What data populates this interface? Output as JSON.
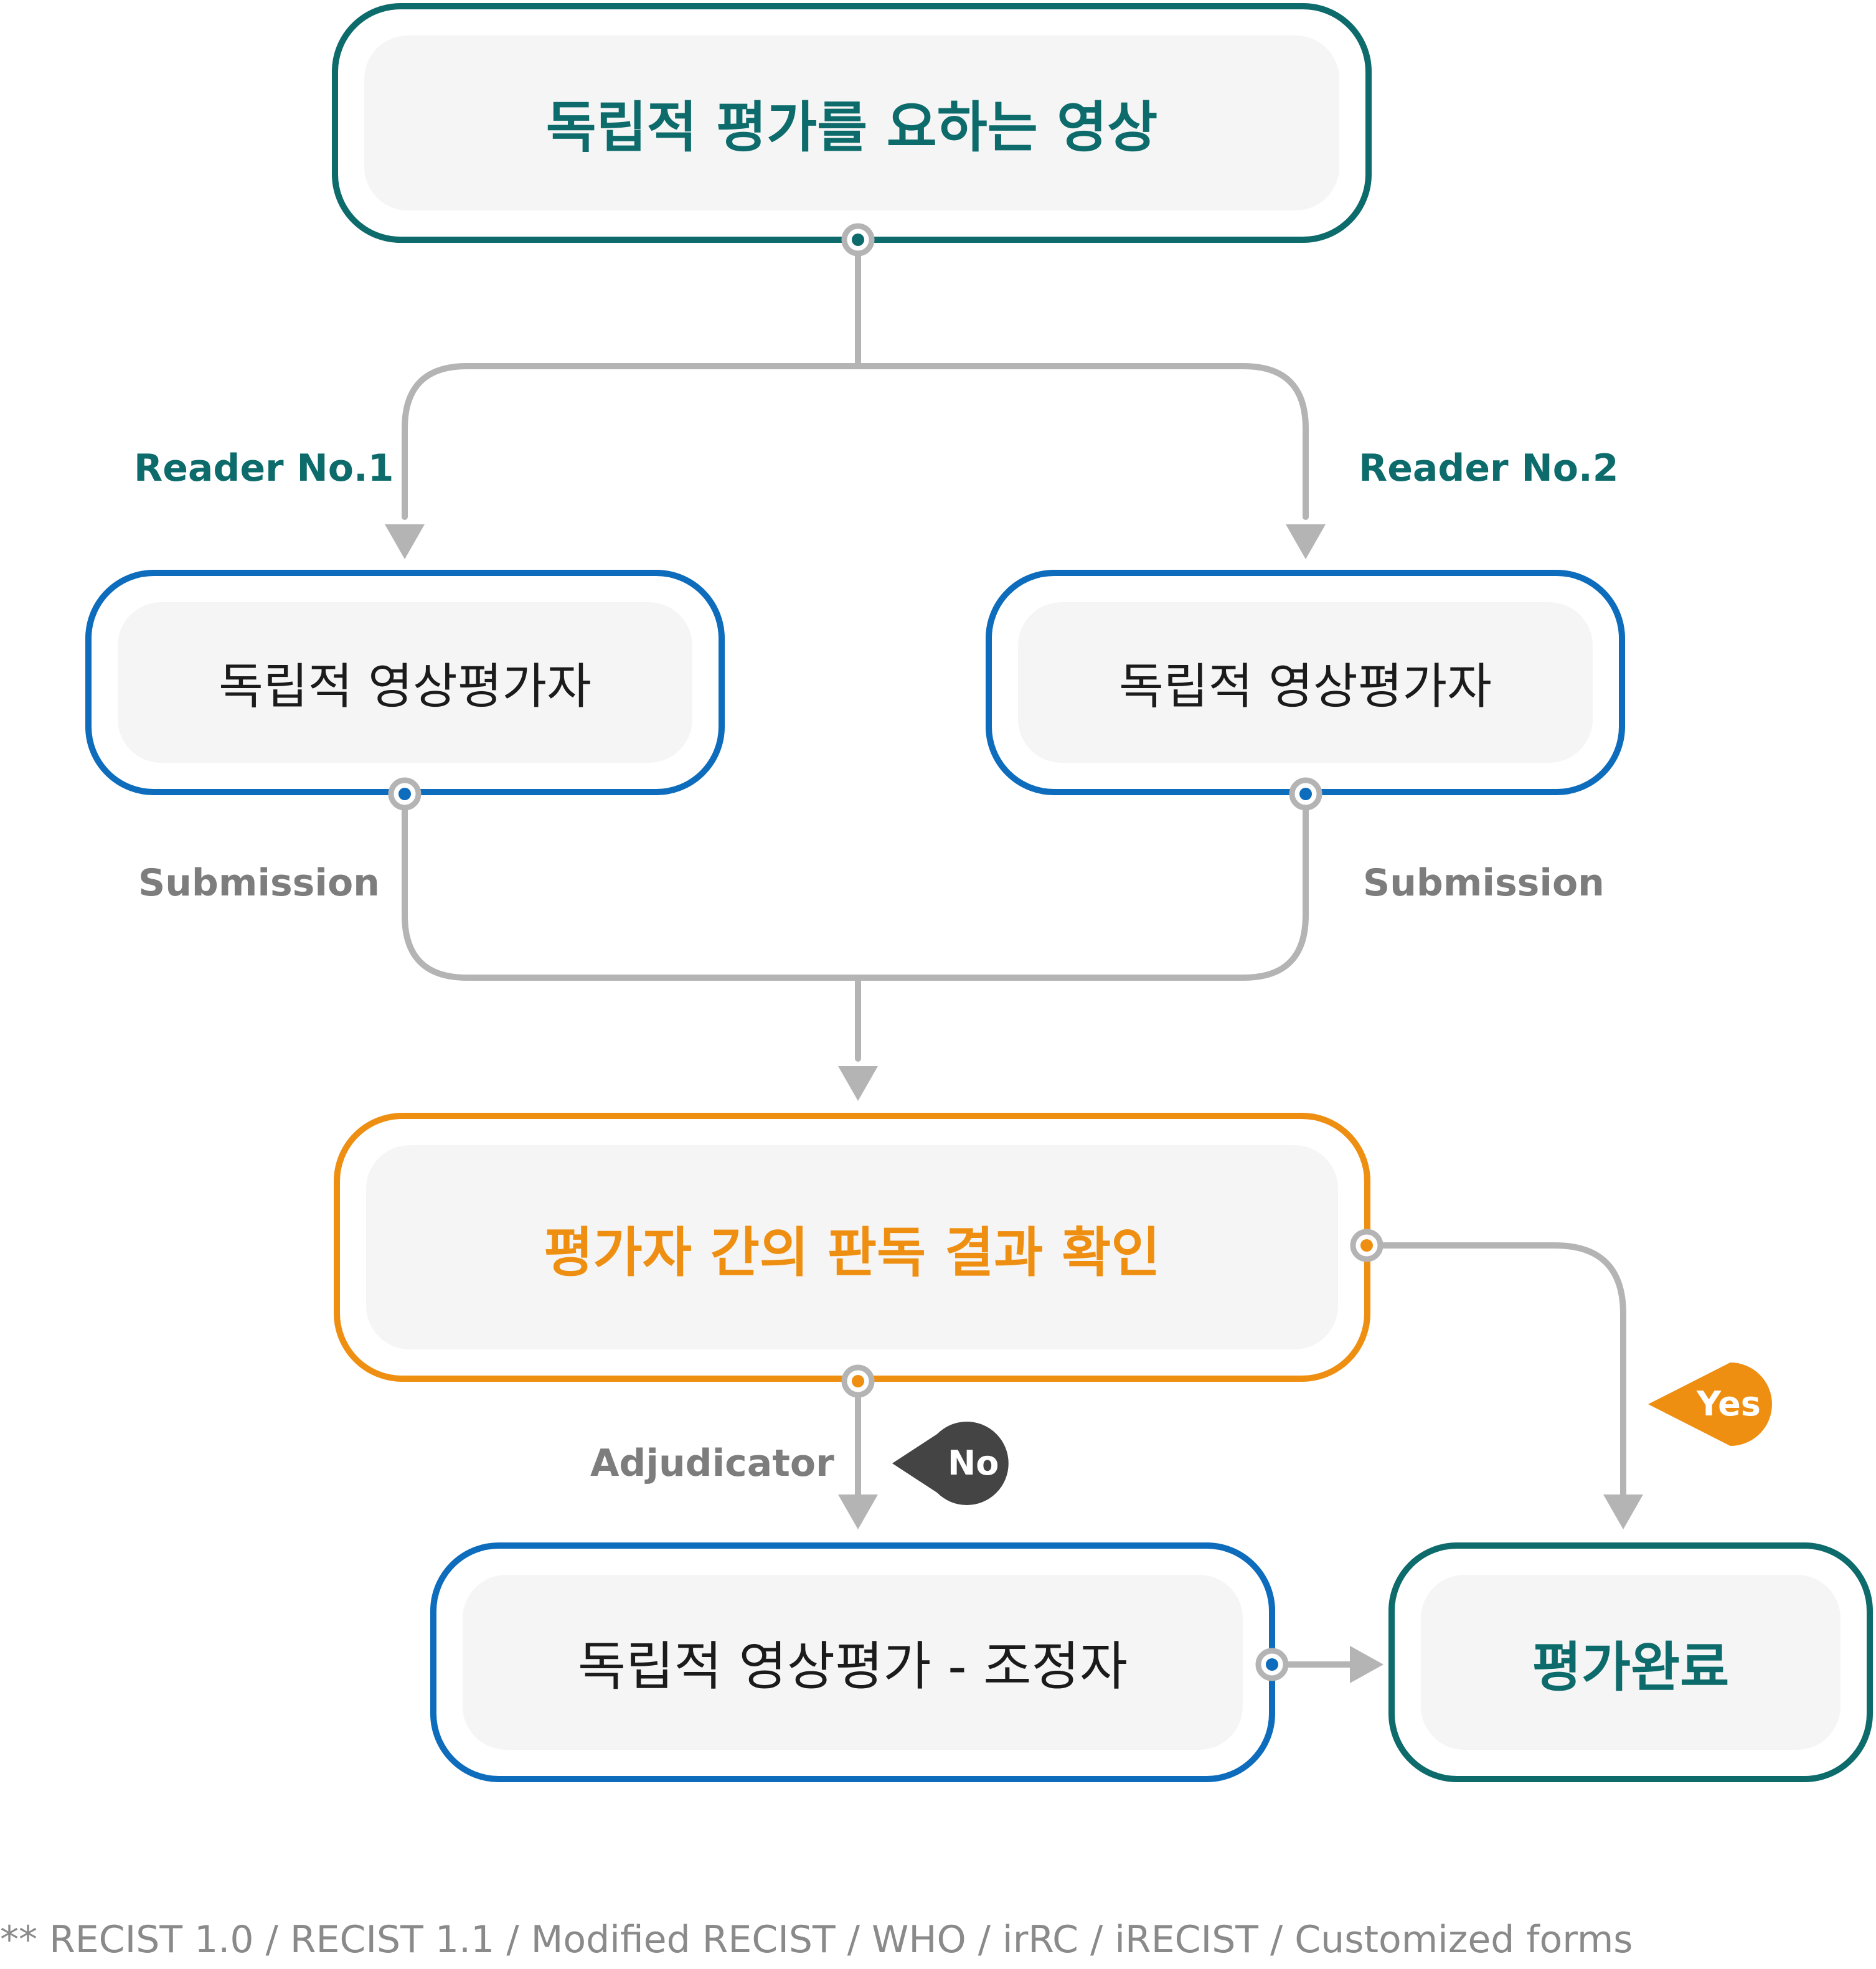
{
  "nodes": {
    "source": "독립적 평가를 요하는 영상",
    "reader1": "독립적 영상평가자",
    "reader2": "독립적 영상평가자",
    "compare": "평가자 간의 판독 결과 확인",
    "adjudicator": "독립적 영상평가 - 조정자",
    "complete": "평가완료"
  },
  "labels": {
    "reader1": "Reader No.1",
    "reader2": "Reader No.2",
    "submission_left": "Submission",
    "submission_right": "Submission",
    "adjudicator": "Adjudicator",
    "yes": "Yes",
    "no": "No"
  },
  "footnote": "** RECIST 1.0 / RECIST 1.1 / Modified RECIST / WHO / irRC / iRECIST / Customized forms",
  "colors": {
    "teal": "#0d6b6b",
    "blue": "#0d6cbc",
    "orange": "#ee8f12",
    "connector": "#b4b4b4",
    "dark_badge": "#444444",
    "label_gray": "#7d7d7d"
  }
}
